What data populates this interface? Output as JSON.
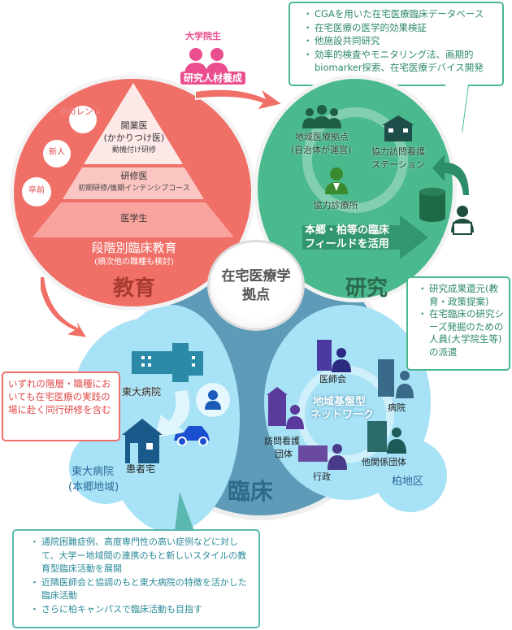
{
  "top_callout": {
    "items": [
      "CGAを用いた在宅医療臨床データベース",
      "在宅医療の医学的効果検証",
      "他施設共同研究",
      "効率的検査やモニタリング法、画期的biomarker探索、在宅医療デバイス開発"
    ]
  },
  "graduate": {
    "label": "大学院生",
    "banner": "研究人材養成"
  },
  "education": {
    "title": "教育",
    "pyramid": [
      {
        "title": "開業医",
        "sub1": "(かかりつけ医)",
        "sub2": "動機付け研修"
      },
      {
        "title": "研修医",
        "sub2": "初期研修/後期インテンシブコース"
      },
      {
        "title": "医学生"
      }
    ],
    "stages": [
      "リカレント",
      "新人",
      "卒前"
    ],
    "caption": "段階別臨床教育",
    "caption_sub": "(順次他の職種も検討)"
  },
  "research": {
    "title": "研究",
    "nodes": [
      "地域医療拠点",
      "(自治体が運営)",
      "協力訪問看護",
      "ステーション",
      "協力診療所"
    ],
    "field_line1": "本郷・柏等の臨床",
    "field_line2": "フィールドを活用"
  },
  "center": {
    "line1": "在宅医療学",
    "line2": "拠点"
  },
  "right_callout": {
    "items": [
      "研究成果還元(教育・政策提案)",
      "在宅臨床の研究シーズ発掘のための人員(大学院生等)の派遣"
    ]
  },
  "red_callout": {
    "text": "いずれの階層・職種においても在宅医療の実践の場に赴く同行研修を含む"
  },
  "clinical": {
    "title": "臨床",
    "left": {
      "hospital": "東大病院",
      "home": "患者宅",
      "area1": "東大病院",
      "area2": "(本郷地域)"
    },
    "right": {
      "network1": "地域基盤型",
      "network2": "ネットワーク",
      "ishikai": "医師会",
      "byoin": "病院",
      "kango1": "訪問看護",
      "kango2": "団体",
      "gyosei": "行政",
      "other": "他関係団体",
      "area": "柏地区"
    }
  },
  "bottom_callout": {
    "items": [
      "通院困難症例、高度専門性の高い症例などに対して、大学ー地域間の連携のもと新しいスタイルの教育型臨床活動を展開",
      "近隣医師会と協調のもと東大病院の特徴を活かした臨床活動",
      "さらに柏キャンパスで臨床活動も目指す"
    ]
  },
  "colors": {
    "red": "#f07068",
    "green": "#4bb98e",
    "blue_dark": "#4a8aa8",
    "blue_light": "#a8e2f6",
    "navy": "#1a5a8a"
  }
}
